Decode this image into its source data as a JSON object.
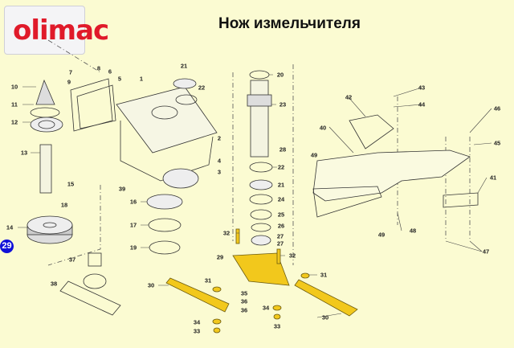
{
  "logo_text": "olimac",
  "title": "Нож измельчителя",
  "badge": "29",
  "colors": {
    "background": "#fbfbd2",
    "blade": "#f2c81c",
    "logo": "#e01a2a",
    "badge": "#1010d8"
  },
  "callouts": [
    "1",
    "2",
    "3",
    "4",
    "5",
    "6",
    "7",
    "8",
    "9",
    "10",
    "11",
    "12",
    "13",
    "14",
    "15",
    "16",
    "17",
    "18",
    "19",
    "20",
    "21",
    "22",
    "23",
    "24",
    "25",
    "26",
    "27",
    "27",
    "28",
    "22",
    "21",
    "29",
    "30",
    "31",
    "32",
    "32",
    "33",
    "33",
    "34",
    "34",
    "35",
    "36",
    "36",
    "37",
    "38",
    "39",
    "40",
    "41",
    "42",
    "43",
    "44",
    "45",
    "46",
    "47",
    "48",
    "49",
    "49",
    "30",
    "31"
  ]
}
